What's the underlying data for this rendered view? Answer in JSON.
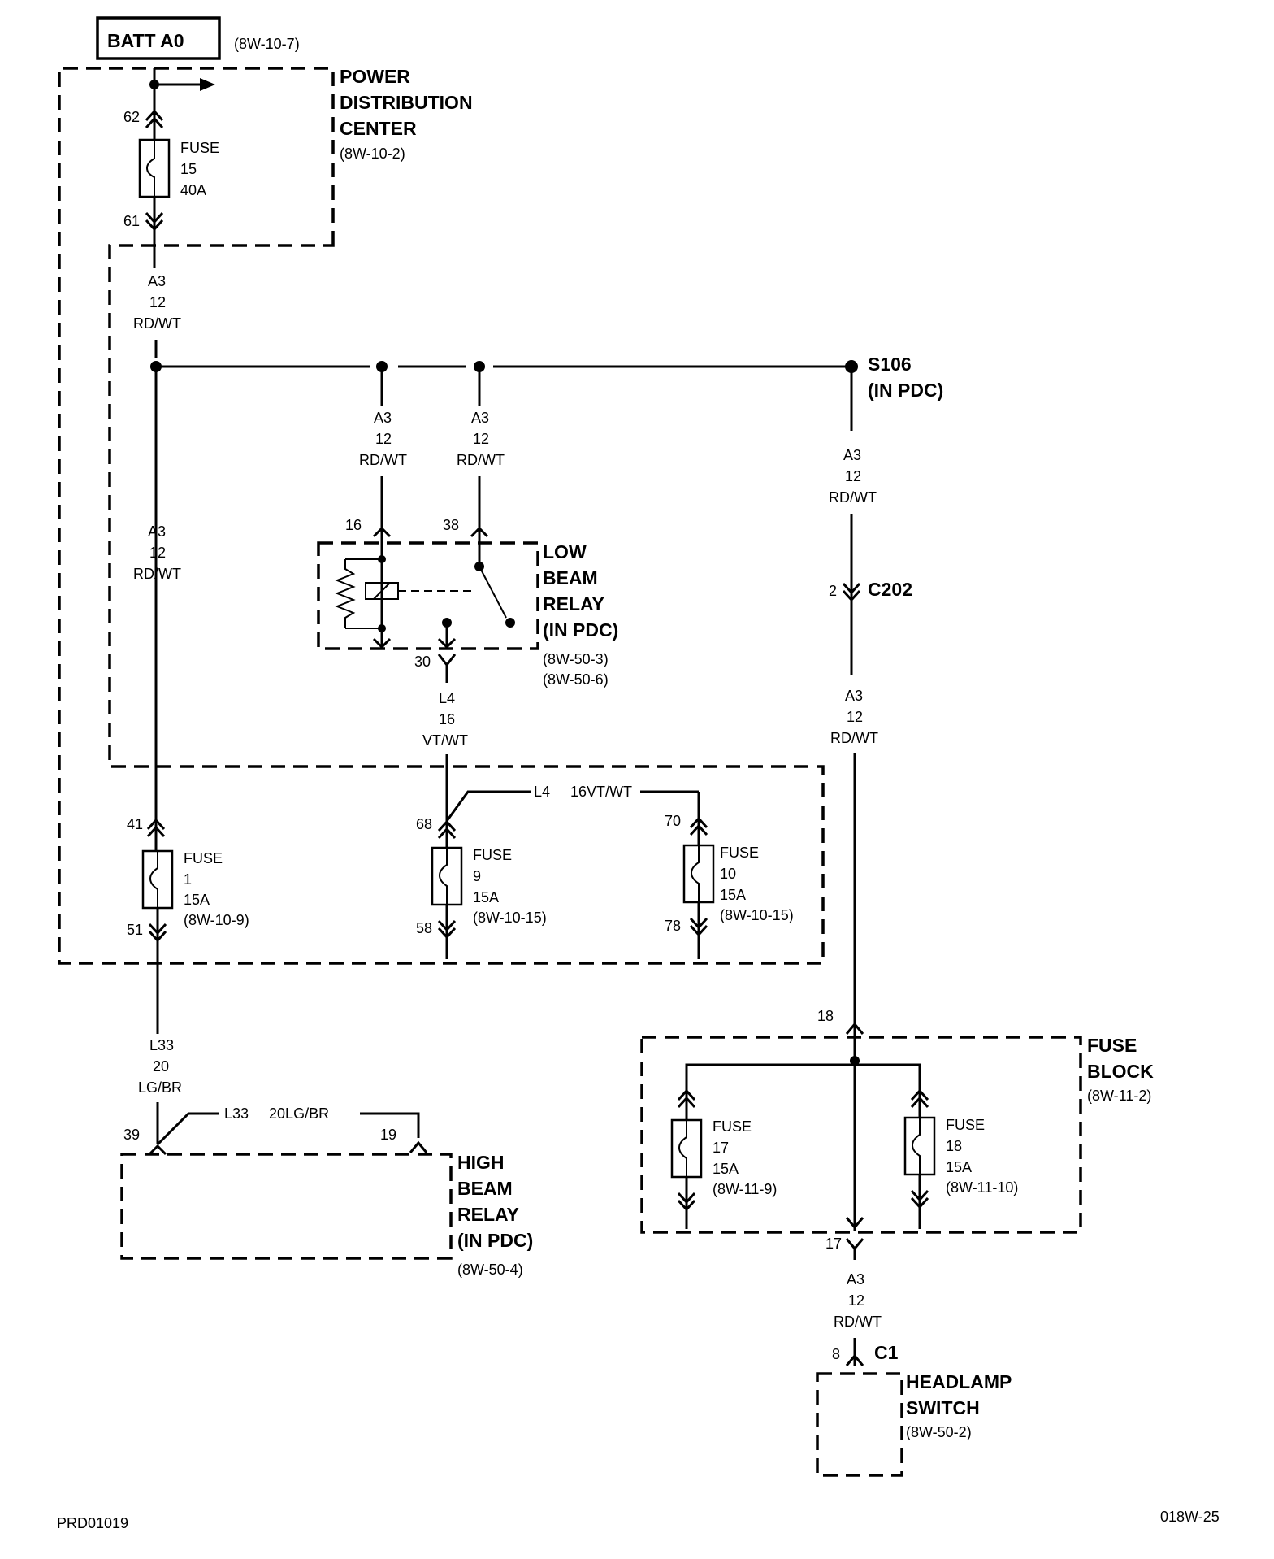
{
  "title": {
    "label": "BATT A0",
    "ref": "(8W-10-7)"
  },
  "pdc": {
    "name": [
      "POWER",
      "DISTRIBUTION",
      "CENTER"
    ],
    "ref": "(8W-10-2)"
  },
  "fuse15": {
    "word": "FUSE",
    "num": "15",
    "amp": "40A",
    "pin_in": "62",
    "pin_out": "61"
  },
  "wires": {
    "a3_main": [
      "A3",
      "12",
      "RD/WT"
    ],
    "a3_left": [
      "A3",
      "12",
      "RD/WT"
    ],
    "a3_relay16": [
      "A3",
      "12",
      "RD/WT"
    ],
    "a3_relay38": [
      "A3",
      "12",
      "RD/WT"
    ],
    "a3_s106": [
      "A3",
      "12",
      "RD/WT"
    ],
    "a3_c202": [
      "A3",
      "12",
      "RD/WT"
    ],
    "a3_switch": [
      "A3",
      "12",
      "RD/WT"
    ],
    "l4": [
      "L4",
      "16",
      "VT/WT"
    ],
    "l4_inline": "L4     16VT/WT",
    "l33": [
      "L33",
      "20",
      "LG/BR"
    ],
    "l33_inline": "L33     20LG/BR"
  },
  "s106": {
    "name": "S106",
    "sub": "(IN PDC)"
  },
  "c202": {
    "name": "C202",
    "pin": "2"
  },
  "low_beam_relay": {
    "name": [
      "LOW",
      "BEAM",
      "RELAY",
      "(IN PDC)"
    ],
    "refs": [
      "(8W-50-3)",
      "(8W-50-6)"
    ],
    "pin_a": "16",
    "pin_b": "38",
    "pin_out": "30"
  },
  "fuse1": {
    "word": "FUSE",
    "num": "1",
    "amp": "15A",
    "ref": "(8W-10-9)",
    "pin_in": "41",
    "pin_out": "51"
  },
  "fuse9": {
    "word": "FUSE",
    "num": "9",
    "amp": "15A",
    "ref": "(8W-10-15)",
    "pin_in": "68",
    "pin_out": "58"
  },
  "fuse10": {
    "word": "FUSE",
    "num": "10",
    "amp": "15A",
    "ref": "(8W-10-15)",
    "pin_in": "70",
    "pin_out": "78"
  },
  "high_beam_relay": {
    "name": [
      "HIGH",
      "BEAM",
      "RELAY",
      "(IN PDC)"
    ],
    "ref": "(8W-50-4)",
    "pin_a": "39",
    "pin_b": "19"
  },
  "fuse_block": {
    "name": [
      "FUSE",
      "BLOCK"
    ],
    "ref": "(8W-11-2)",
    "pin_in": "18",
    "pin_out": "17"
  },
  "fuse17": {
    "word": "FUSE",
    "num": "17",
    "amp": "15A",
    "ref": "(8W-11-9)"
  },
  "fuse18": {
    "word": "FUSE",
    "num": "18",
    "amp": "15A",
    "ref": "(8W-11-10)"
  },
  "headlamp_switch": {
    "name": [
      "HEADLAMP",
      "SWITCH"
    ],
    "ref": "(8W-50-2)",
    "connector": "C1",
    "pin": "8"
  },
  "footer": {
    "left": "PRD01019",
    "right": "018W-25"
  }
}
